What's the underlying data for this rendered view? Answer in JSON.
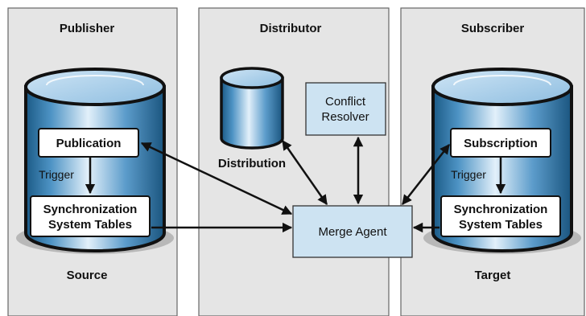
{
  "colors": {
    "panel": "#e5e5e5",
    "panel_border": "#666666",
    "cylinder_dark": "#1f6391",
    "cylinder_light": "#dcecf8",
    "box_fill": "#cde3f2",
    "arrow": "#111111"
  },
  "columns": {
    "publisher": "Publisher",
    "distributor": "Distributor",
    "subscriber": "Subscriber"
  },
  "publisher": {
    "box_top": "Publication",
    "trigger": "Trigger",
    "box_bottom_line1": "Synchronization",
    "box_bottom_line2": "System Tables",
    "caption": "Source"
  },
  "distributor": {
    "db_label": "Distribution",
    "resolver_line1": "Conflict",
    "resolver_line2": "Resolver",
    "agent": "Merge Agent"
  },
  "subscriber": {
    "box_top": "Subscription",
    "trigger": "Trigger",
    "box_bottom_line1": "Synchronization",
    "box_bottom_line2": "System Tables",
    "caption": "Target"
  }
}
